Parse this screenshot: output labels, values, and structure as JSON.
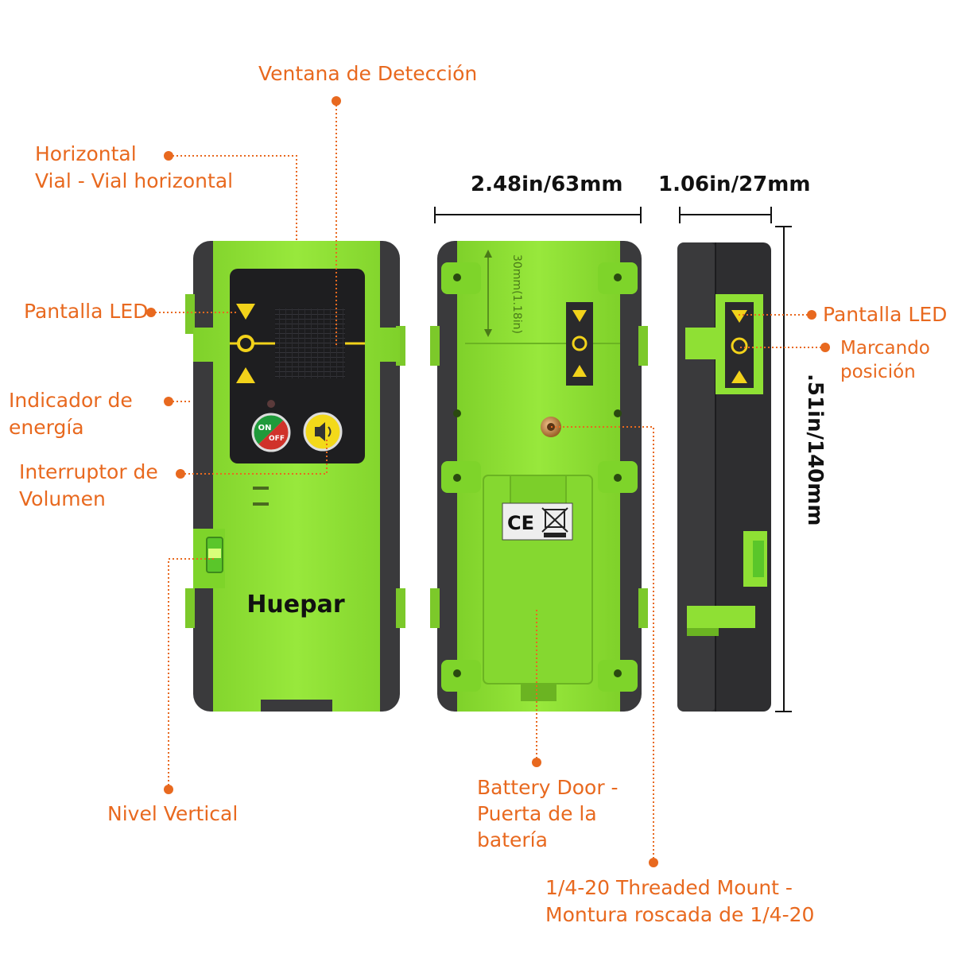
{
  "labels": {
    "ventana": "Ventana de Detección",
    "horizontal_1": "Horizontal",
    "horizontal_2": "Vial - Vial horizontal",
    "pantalla_left": "Pantalla LED",
    "indicador_1": "Indicador de",
    "indicador_2": "energía",
    "interruptor_1": "Interruptor de",
    "interruptor_2": "Volumen",
    "nivel_vertical": "Nivel Vertical",
    "battery_1": "Battery Door -",
    "battery_2": "Puerta de la",
    "battery_3": "batería",
    "mount_1": "1/4-20 Threaded Mount -",
    "mount_2": "Montura roscada de 1/4-20",
    "pantalla_right": "Pantalla LED",
    "marcando_1": "Marcando",
    "marcando_2": "posición"
  },
  "dimensions": {
    "width": "2.48in/63mm",
    "depth": "1.06in/27mm",
    "height": ".51in/140mm",
    "inner": "30mm(1.18in)"
  },
  "device": {
    "brand": "Huepar",
    "on_text": "ON",
    "off_text": "OFF",
    "ce_mark": "CE"
  },
  "colors": {
    "accent": "#e8691f",
    "body_green": "#8fe034",
    "body_dark": "#3a3a3c",
    "led_yellow": "#f2d21a"
  }
}
